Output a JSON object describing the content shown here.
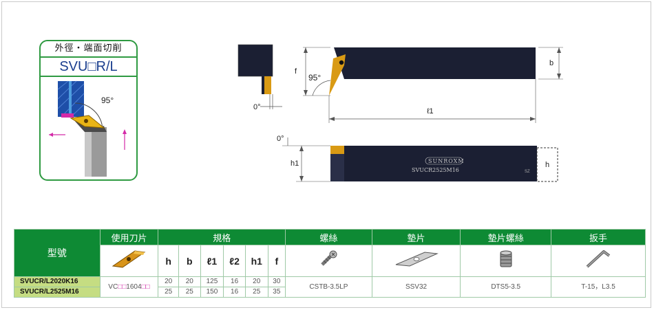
{
  "card": {
    "title": "外徑・端面切削",
    "code": "SVU□R/L",
    "angle": "95°"
  },
  "drawing": {
    "angle_label": "95°",
    "zero_top": "0°",
    "zero_side": "0°",
    "f_label": "f",
    "b_label": "b",
    "l1_label": "ℓ1",
    "h1_label": "h1",
    "h_label": "h",
    "brand": "SUNROXM",
    "model_engraving": "SVUCR2525M16",
    "grade_mark": "SZ"
  },
  "table": {
    "header": {
      "model": "型號",
      "insert": "使用刀片",
      "spec": "規格",
      "screw": "螺絲",
      "shim": "墊片",
      "shim_screw": "墊片螺絲",
      "wrench": "扳手"
    },
    "dims": [
      "h",
      "b",
      "ℓ1",
      "ℓ2",
      "h1",
      "f"
    ],
    "rows": [
      {
        "model": "SVUCR/L2020K16",
        "h": "20",
        "b": "20",
        "l1": "125",
        "l2": "16",
        "h1": "20",
        "f": "30"
      },
      {
        "model": "SVUCR/L2525M16",
        "h": "25",
        "b": "25",
        "l1": "150",
        "l2": "16",
        "h1": "25",
        "f": "35"
      }
    ],
    "insert_prefix": "VC",
    "insert_mid": "1604",
    "placeholder": "□□",
    "screw": "CSTB-3.5LP",
    "shim": "SSV32",
    "shim_screw": "DTS5-3.5",
    "wrench": "T-15，L3.5"
  },
  "colors": {
    "header_green": "#0e8a34",
    "model_cell": "#c5dd82",
    "card_border": "#2e9a41",
    "insert_gold": "#d99a14",
    "tool_body": "#1b1f33"
  }
}
